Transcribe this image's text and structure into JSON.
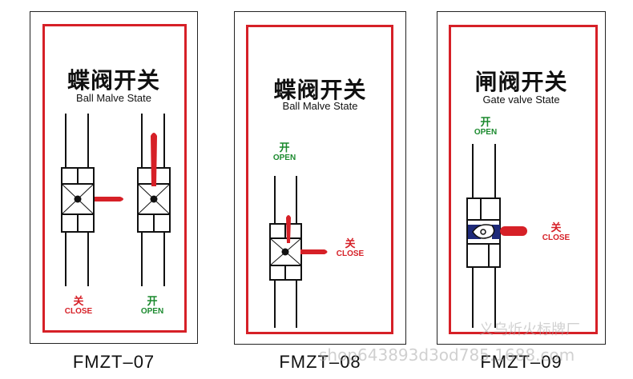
{
  "panels": [
    {
      "title_cn": "蝶阀开关",
      "title_en": "Ball Malve State",
      "code": "FMZT–07",
      "close": {
        "cn": "关",
        "en": "CLOSE"
      },
      "open": {
        "cn": "开",
        "en": "OPEN"
      }
    },
    {
      "title_cn": "蝶阀开关",
      "title_en": "Ball Malve State",
      "code": "FMZT–08",
      "open": {
        "cn": "开",
        "en": "OPEN"
      },
      "close": {
        "cn": "关",
        "en": "CLOSE"
      }
    },
    {
      "title_cn": "闸阀开关",
      "title_en": "Gate valve State",
      "code": "FMZT–09",
      "open": {
        "cn": "开",
        "en": "OPEN"
      },
      "close": {
        "cn": "关",
        "en": "CLOSE"
      }
    }
  ],
  "watermark": {
    "brand": "义乌炘火标牌厂",
    "shop": "shop643893d3od785.1688.com"
  },
  "colors": {
    "frame_red": "#d62027",
    "open_green": "#1b8a2e",
    "navy": "#1e2a7a"
  }
}
